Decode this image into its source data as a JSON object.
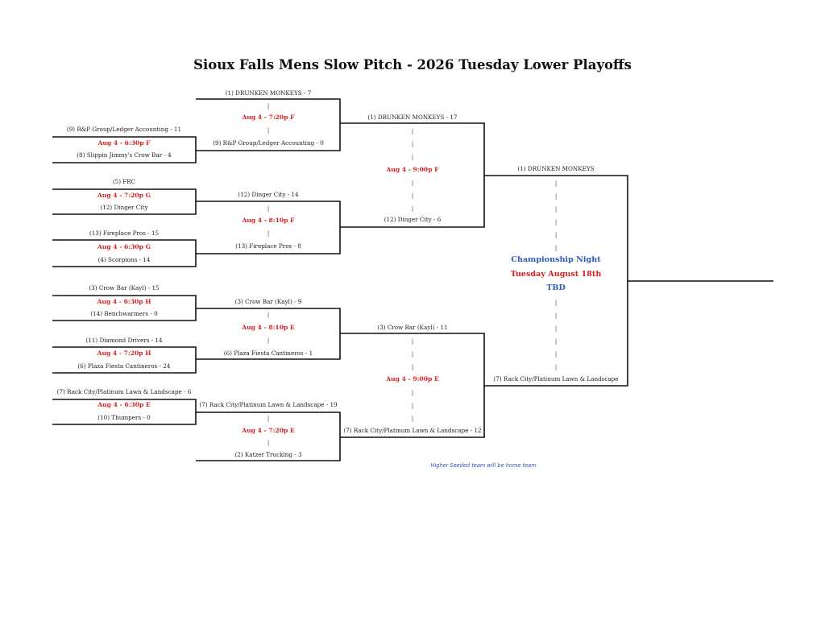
{
  "title": "Sioux Falls Mens Slow Pitch - 2026 Tuesday Lower Playoffs",
  "colors": {
    "game_time": "#d42020",
    "champ_blue": "#2a5cb8",
    "champ_red": "#d42020",
    "note": "#3b4bb5",
    "lines": "#111111"
  },
  "round1": {
    "g1": {
      "top": "(9) R&P Group/Ledger Accounting - 11",
      "time": "Aug 4 - 6:30p F",
      "bottom": "(8) Slippin Jimmy's Crow Bar - 4"
    },
    "g2": {
      "top": "(5) FRC",
      "time": "Aug 4 - 7:20p G",
      "bottom": "(12) Dinger City"
    },
    "g3": {
      "top": "(13) Fireplace Pros - 15",
      "time": "Aug 4 - 6:30p G",
      "bottom": "(4) Scorpions - 14"
    },
    "g4": {
      "top": "(3) Crow Bar (Kayl) - 15",
      "time": "Aug 4 - 6:30p H",
      "bottom": "(14) Benchwarmers - 0"
    },
    "g5": {
      "top": "(11) Diamond Drivers - 14",
      "time": "Aug 4 - 7:20p H",
      "bottom": "(6) Plaza Fiesta Cantineros - 24"
    },
    "g6": {
      "top": "(7) Rack City/Platinum Lawn & Landscape - 6",
      "time": "Aug 4 - 6:30p E",
      "bottom": "(10) Thumpers - 0"
    }
  },
  "round2": {
    "g1": {
      "top": "(1) DRUNKEN MONKEYS - 7",
      "time": "Aug 4 - 7:20p F",
      "bottom": "(9) R&P Group/Ledger Accounting - 0"
    },
    "g2": {
      "top": "(12) Dinger City - 14",
      "time": "Aug 4 - 8:10p F",
      "bottom": "(13) Fireplace Pros - 8"
    },
    "g3": {
      "top": "(3) Crow Bar (Kayl) - 9",
      "time": "Aug 4 - 8:10p E",
      "bottom": "(6) Plaza Fiesta Cantineros - 1"
    },
    "g4": {
      "top": "(7) Rack City/Platinum Lawn & Landscape - 19",
      "time": "Aug 4 - 7:20p E",
      "bottom": "(2) Katzer Trucking - 3"
    }
  },
  "round3": {
    "g1": {
      "top": "(1) DRUNKEN MONKEYS - 17",
      "time": "Aug 4 - 9:00p F",
      "bottom": "(12) Dinger City - 6"
    },
    "g2": {
      "top": "(3) Crow Bar (Kayl) - 11",
      "time": "Aug 4 - 9:00p E",
      "bottom": "(7) Rack City/Platinum Lawn & Landscape - 12"
    }
  },
  "final": {
    "top": "(1) DRUNKEN MONKEYS",
    "line1": "Championship Night",
    "line2": "Tuesday August 18th",
    "line3": "TBD",
    "bottom": "(7) Rack City/Platinum Lawn & Landscape"
  },
  "pipe_char": "|",
  "note": "Higher Seeded team will be home team"
}
